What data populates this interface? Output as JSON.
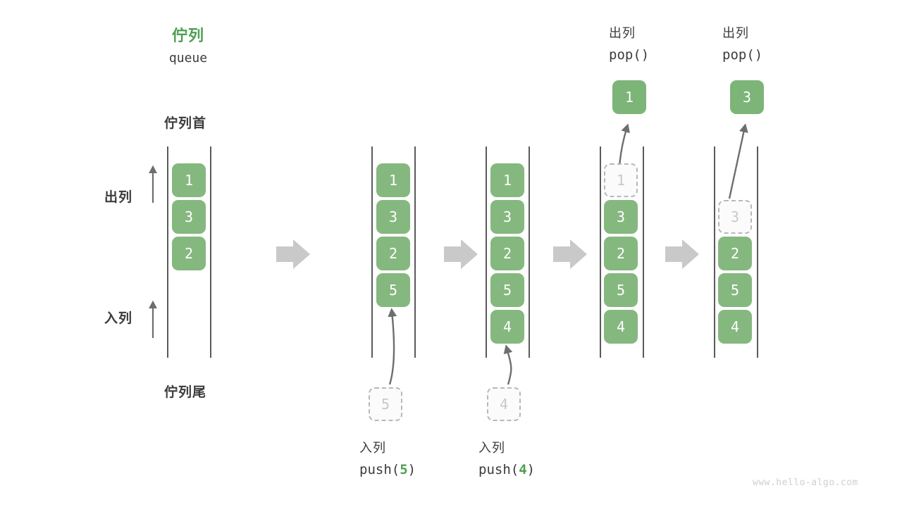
{
  "diagram": {
    "title_cn": "佇列",
    "title_code": "queue",
    "head_label": "佇列首",
    "tail_label": "佇列尾",
    "side_labels": {
      "dequeue": "出列",
      "enqueue": "入列"
    },
    "watermark": "www.hello-algo.com",
    "colors": {
      "accent_green": "#4f9f52",
      "cell_green": "#85b87f",
      "ghost_gray": "#b8b8b8",
      "text_dark": "#3c3c3c",
      "step_arrow": "#c9c9c9"
    },
    "step_arrow_icon": "right-arrow-icon",
    "columns": [
      {
        "id": "initial",
        "cells": [
          {
            "value": "1",
            "state": "filled"
          },
          {
            "value": "3",
            "state": "filled"
          },
          {
            "value": "2",
            "state": "filled"
          }
        ]
      },
      {
        "id": "after-push-5",
        "cells": [
          {
            "value": "1",
            "state": "filled"
          },
          {
            "value": "3",
            "state": "filled"
          },
          {
            "value": "2",
            "state": "filled"
          },
          {
            "value": "5",
            "state": "filled"
          }
        ],
        "incoming": {
          "value": "5",
          "state": "ghost"
        },
        "caption_cn": "入列",
        "caption_code_prefix": "push(",
        "caption_code_arg": "5",
        "caption_code_suffix": ")"
      },
      {
        "id": "after-push-4",
        "cells": [
          {
            "value": "1",
            "state": "filled"
          },
          {
            "value": "3",
            "state": "filled"
          },
          {
            "value": "2",
            "state": "filled"
          },
          {
            "value": "5",
            "state": "filled"
          },
          {
            "value": "4",
            "state": "filled"
          }
        ],
        "incoming": {
          "value": "4",
          "state": "ghost"
        },
        "caption_cn": "入列",
        "caption_code_prefix": "push(",
        "caption_code_arg": "4",
        "caption_code_suffix": ")"
      },
      {
        "id": "after-pop-1",
        "cells": [
          {
            "value": "1",
            "state": "ghost"
          },
          {
            "value": "3",
            "state": "filled"
          },
          {
            "value": "2",
            "state": "filled"
          },
          {
            "value": "5",
            "state": "filled"
          },
          {
            "value": "4",
            "state": "filled"
          }
        ],
        "outgoing": {
          "value": "1",
          "state": "popped"
        },
        "header_cn": "出列",
        "header_code": "pop()"
      },
      {
        "id": "after-pop-3",
        "cells": [
          {
            "value": "",
            "state": "empty"
          },
          {
            "value": "3",
            "state": "ghost"
          },
          {
            "value": "2",
            "state": "filled"
          },
          {
            "value": "5",
            "state": "filled"
          },
          {
            "value": "4",
            "state": "filled"
          }
        ],
        "outgoing": {
          "value": "3",
          "state": "popped"
        },
        "header_cn": "出列",
        "header_code": "pop()"
      }
    ]
  }
}
